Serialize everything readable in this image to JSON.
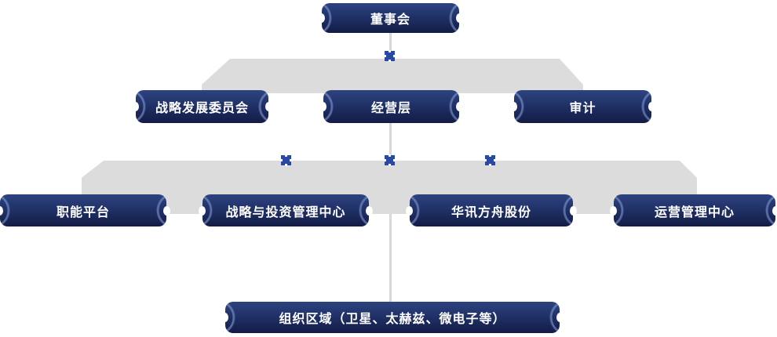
{
  "diagram": {
    "type": "org-chart",
    "nodes": {
      "board": "董事会",
      "strategy_committee": "战略发展委员会",
      "management": "经营层",
      "audit": "审计",
      "functional_platform": "职能平台",
      "strategy_investment_center": "战略与投资管理中心",
      "huaxun_ark_shares": "华讯方舟股份",
      "operations_center": "运营管理中心",
      "org_regions": "组织区域（卫星、太赫兹、微电子等）"
    },
    "levels": [
      [
        "board"
      ],
      [
        "strategy_committee",
        "management",
        "audit"
      ],
      [
        "functional_platform",
        "strategy_investment_center",
        "huaxun_ark_shares",
        "operations_center"
      ],
      [
        "org_regions"
      ]
    ]
  },
  "colors": {
    "node_gradient_top": "#2d4380",
    "node_gradient_bottom": "#121c45",
    "node_text": "#ffffff",
    "connector_band": "#dcdcdc",
    "connector_line": "#d8d8d8",
    "cross_marker": "#2a49a5"
  }
}
